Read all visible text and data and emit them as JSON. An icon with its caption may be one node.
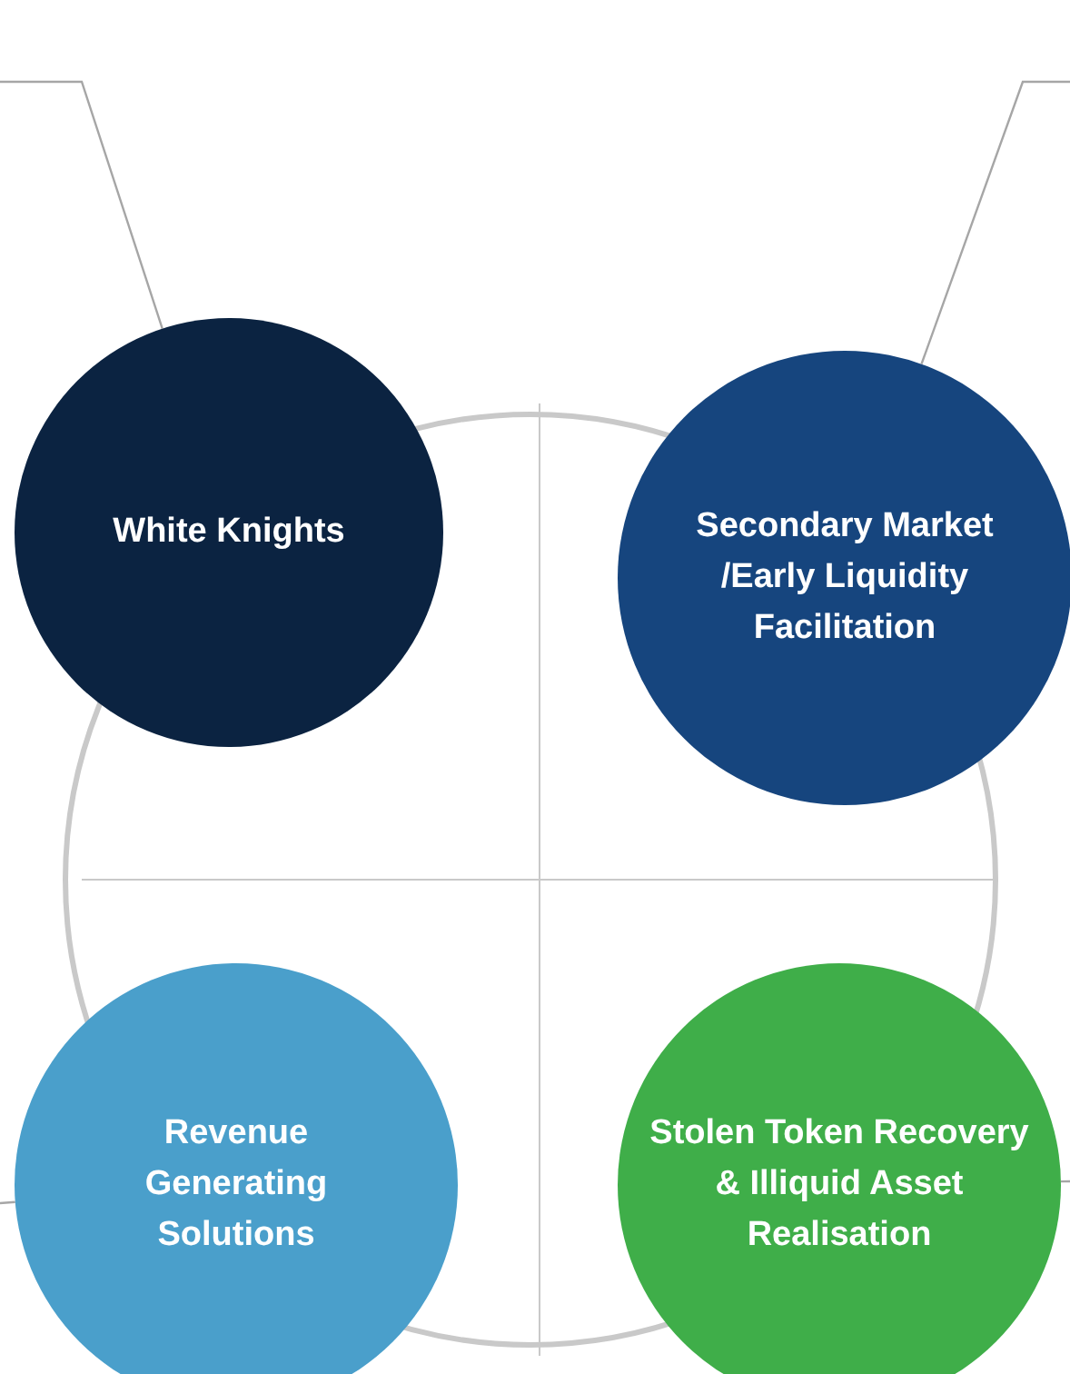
{
  "diagram": {
    "nodes": [
      {
        "text": [
          "White Knights"
        ]
      },
      {
        "text": [
          "Secondary Market /Early Liquidity Facilitation"
        ]
      },
      {
        "text": [
          "Revenue Generating Solutions"
        ]
      },
      {
        "text": [
          "Stolen Token Recovery & Illiquid Asset Realisation"
        ]
      }
    ],
    "edges": [
      {
        "from": null,
        "to": 0,
        "arrow": "none"
      },
      {
        "from": null,
        "to": 1,
        "arrow": "none"
      },
      {
        "from": null,
        "to": 2,
        "arrow": "none"
      },
      {
        "from": null,
        "to": 3,
        "arrow": "none"
      }
    ]
  }
}
